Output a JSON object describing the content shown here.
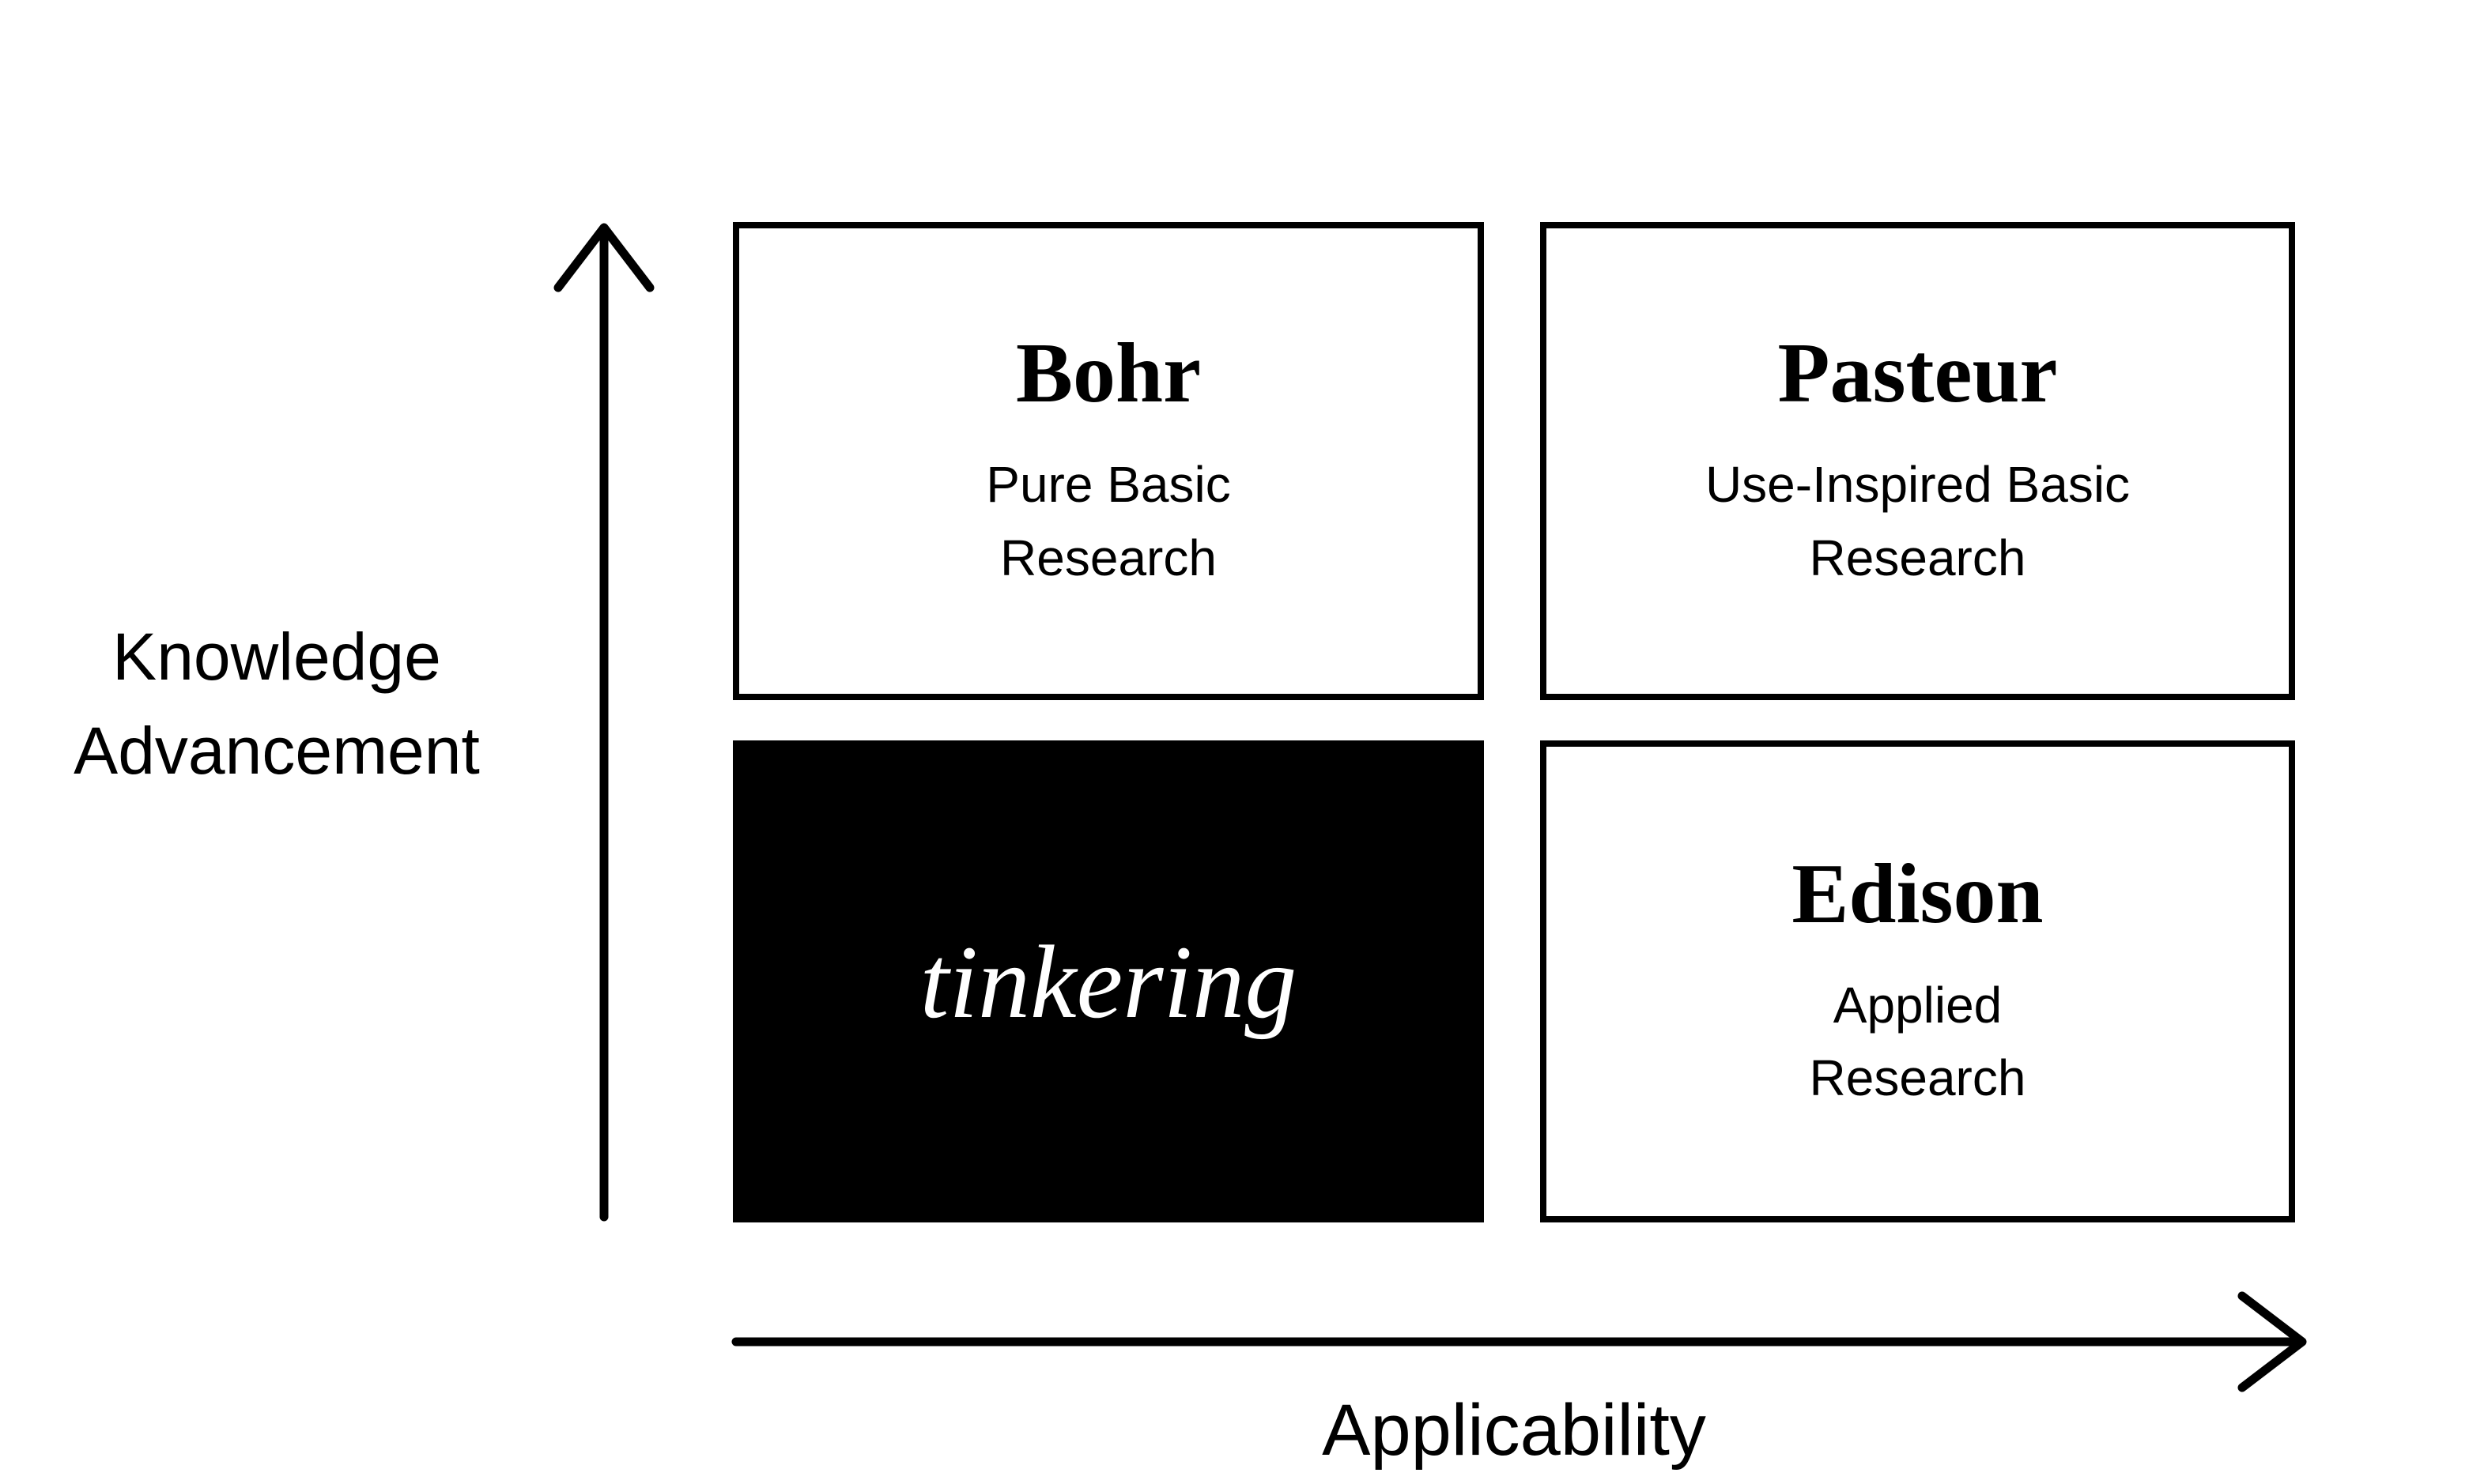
{
  "axes": {
    "y_label_lines": [
      "Knowledge",
      "Advancement"
    ],
    "x_label": "Applicability"
  },
  "quadrants": {
    "bohr": {
      "title": "Bohr",
      "desc_lines": [
        "Pure Basic",
        "Research"
      ]
    },
    "pasteur": {
      "title": "Pasteur",
      "desc_lines": [
        "Use-Inspired Basic",
        "Research"
      ]
    },
    "tinkering": {
      "label": "tinkering"
    },
    "edison": {
      "title": "Edison",
      "desc_lines": [
        "Applied",
        "Research"
      ]
    }
  },
  "colors": {
    "ink": "#000000",
    "background": "#ffffff",
    "tinkering_bg": "#000000",
    "tinkering_text": "#ffffff"
  }
}
